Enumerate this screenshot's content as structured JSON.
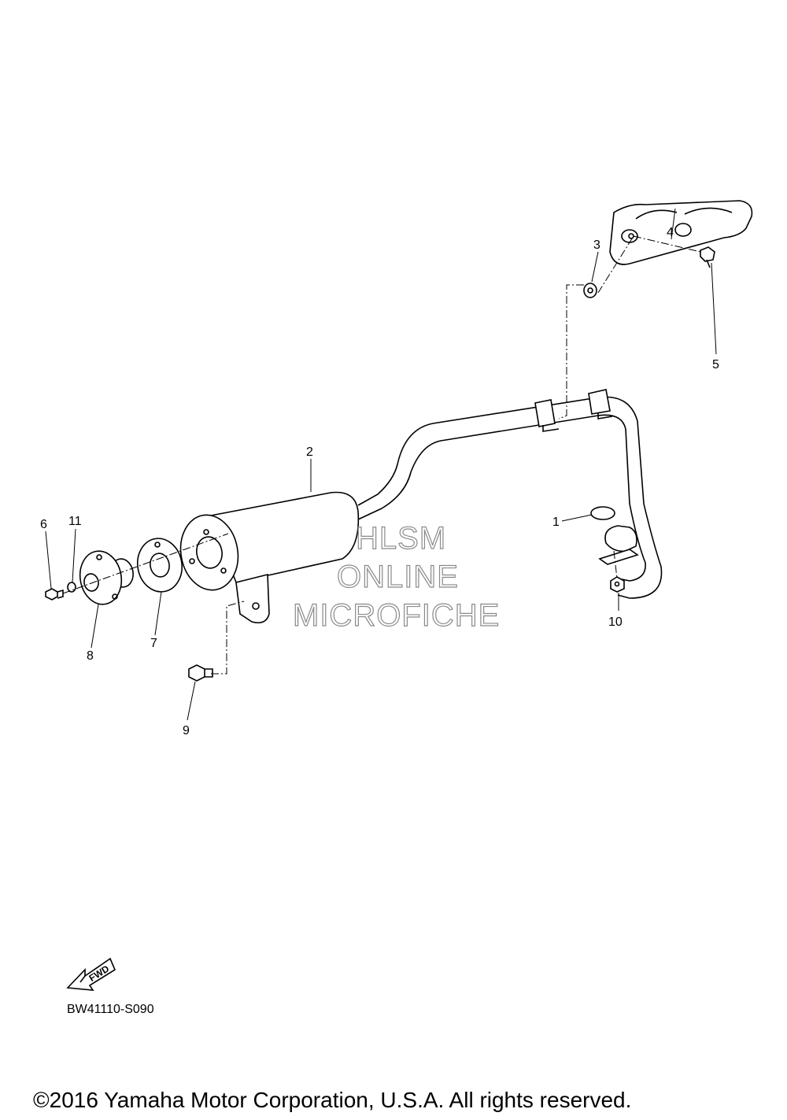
{
  "callouts": {
    "c1": "1",
    "c2": "2",
    "c3": "3",
    "c4": "4",
    "c5": "5",
    "c6": "6",
    "c7": "7",
    "c8": "8",
    "c9": "9",
    "c10": "10",
    "c11": "11"
  },
  "watermark": {
    "line1": "HLSM",
    "line2": "ONLINE",
    "line3": "MICROFICHE"
  },
  "fwd_label": "FWD",
  "diagram_code": "BW41110-S090",
  "copyright": "©2016 Yamaha Motor Corporation, U.S.A. All rights reserved."
}
